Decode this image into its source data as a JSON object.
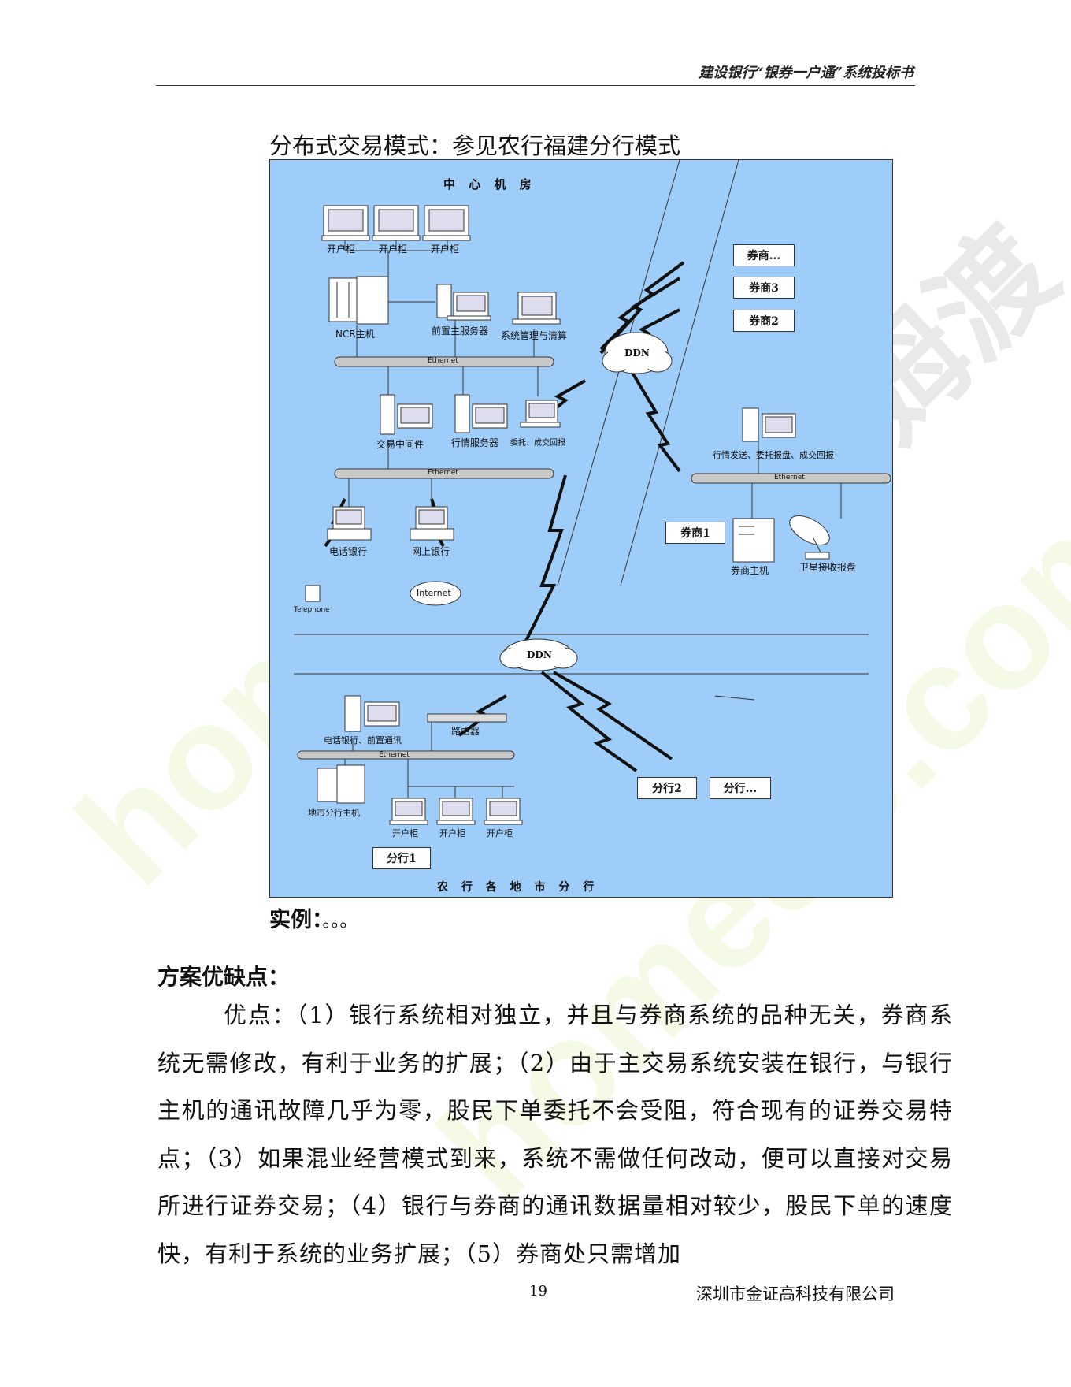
{
  "header": {
    "title": "建设银行“银券一户通”系统投标书"
  },
  "section_title": "分布式交易模式：参见农行福建分行模式",
  "diagram": {
    "top_title": "中 心 机 房",
    "bottom_title": "农 行 各 地 市 分 行",
    "labels": {
      "kaihugui_1": "开户柜",
      "kaihugui_2": "开户柜",
      "kaihugui_3": "开户柜",
      "ncr_host": "NCR主机",
      "front_server": "前置主服务器",
      "sys_mgmt": "系统管理与清算",
      "ethernet_1": "Ethernet",
      "trade_middleware": "交易中间件",
      "quote_server": "行情服务器",
      "order_report": "委托、成交回报",
      "ethernet_2": "Ethernet",
      "phone_bank": "电话银行",
      "net_bank": "网上银行",
      "telephone": "Telephone",
      "internet": "Internet",
      "ddn_top": "DDN",
      "ddn_bottom": "DDN",
      "broker_more": "券商...",
      "broker_3": "券商3",
      "broker_2": "券商2",
      "broker_1": "券商1",
      "quote_send": "行情发送、委托报盘、成交回报",
      "ethernet_3": "Ethernet",
      "broker_host": "券商主机",
      "satellite": "卫星接收报盘",
      "phone_front": "电话银行、前置通讯",
      "router": "路由器",
      "ethernet_4": "Ethernet",
      "city_branch_host": "地市分行主机",
      "kaihugui_4": "开户柜",
      "kaihugui_5": "开户柜",
      "kaihugui_6": "开户柜",
      "branch_1": "分行1",
      "branch_2": "分行2",
      "branch_more": "分行..."
    }
  },
  "example": {
    "label": "实例：",
    "dots": "。。。"
  },
  "pros_heading": "方案优缺点：",
  "body_text": "优点：（1）银行系统相对独立，并且与券商系统的品种无关，券商系统无需修改，有利于业务的扩展；（2）由于主交易系统安装在银行，与银行主机的通讯故障几乎为零，股民下单委托不会受阻，符合现有的证券交易特点；（3）如果混业经营模式到来，系统不需做任何改动，便可以直接对交易所进行证券交易；（4）银行与券商的通讯数据量相对较少，股民下单的速度快，有利于系统的业务扩展；（5）券商处只需增加",
  "footer": {
    "page_number": "19",
    "company": "深圳市金证高科技有限公司"
  },
  "watermark": {
    "latin": "homedo.com",
    "chinese": "河姆渡"
  }
}
